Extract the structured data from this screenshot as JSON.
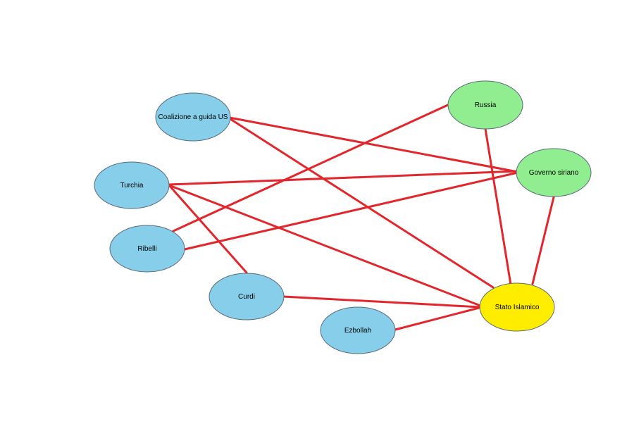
{
  "colors": {
    "edge": "#e3262b",
    "actor": "#87ceeb",
    "ally": "#90ee90",
    "target": "#ffed00"
  },
  "nodes": [
    {
      "id": "coalizione",
      "label": "Coalizione a guida US",
      "group": "actor"
    },
    {
      "id": "turchia",
      "label": "Turchia",
      "group": "actor"
    },
    {
      "id": "ribelli",
      "label": "Ribelli",
      "group": "actor"
    },
    {
      "id": "curdi",
      "label": "Curdi",
      "group": "actor"
    },
    {
      "id": "ezbollah",
      "label": "Ezbollah",
      "group": "actor"
    },
    {
      "id": "russia",
      "label": "Russia",
      "group": "ally"
    },
    {
      "id": "governo",
      "label": "Governo siriano",
      "group": "ally"
    },
    {
      "id": "stato",
      "label": "Stato Islamico",
      "group": "target"
    }
  ],
  "edges": [
    {
      "from": "coalizione",
      "to": "governo"
    },
    {
      "from": "coalizione",
      "to": "stato"
    },
    {
      "from": "turchia",
      "to": "governo"
    },
    {
      "from": "turchia",
      "to": "stato"
    },
    {
      "from": "turchia",
      "to": "curdi"
    },
    {
      "from": "ribelli",
      "to": "russia"
    },
    {
      "from": "ribelli",
      "to": "governo"
    },
    {
      "from": "curdi",
      "to": "stato"
    },
    {
      "from": "ezbollah",
      "to": "stato"
    },
    {
      "from": "russia",
      "to": "stato"
    },
    {
      "from": "governo",
      "to": "stato"
    }
  ]
}
